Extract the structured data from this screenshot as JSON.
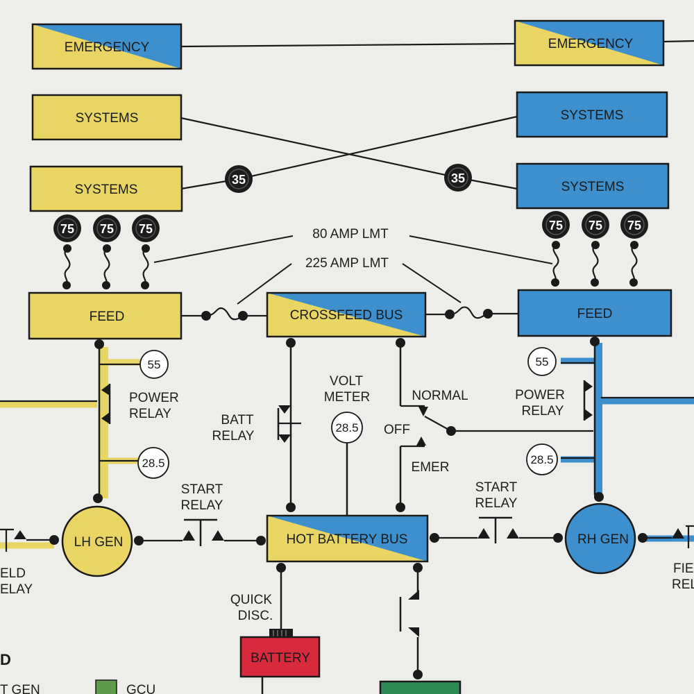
{
  "colors": {
    "left_bus": "#e8d563",
    "right_bus": "#3d8fcd",
    "battery": "#d72b3d",
    "gcu": "#5f9a4a",
    "ground": "#2e8a55",
    "wire": "#1a1a1a",
    "background": "#ededea"
  },
  "boxes": {
    "emergency_left": "EMERGENCY",
    "emergency_right": "EMERGENCY",
    "systems_left_1": "SYSTEMS",
    "systems_left_2": "SYSTEMS",
    "systems_right_1": "SYSTEMS",
    "systems_right_2": "SYSTEMS",
    "feed_left": "FEED",
    "feed_right": "FEED",
    "crossfeed_bus": "CROSSFEED BUS",
    "hot_battery_bus": "HOT BATTERY BUS",
    "battery": "BATTERY"
  },
  "breakers": {
    "cross_left": "35",
    "cross_right": "35",
    "left": [
      "75",
      "75",
      "75"
    ],
    "right": [
      "75",
      "75",
      "75"
    ]
  },
  "limiters": {
    "amp80": "80 AMP LMT",
    "amp225": "225 AMP LMT"
  },
  "labels": {
    "power_relay_left": [
      "POWER",
      "RELAY"
    ],
    "power_relay_right": [
      "POWER",
      "RELAY"
    ],
    "batt_relay": [
      "BATT",
      "RELAY"
    ],
    "volt_meter": [
      "VOLT",
      "METER"
    ],
    "start_relay_left": [
      "START",
      "RELAY"
    ],
    "start_relay_right": [
      "START",
      "RELAY"
    ],
    "switch_normal": "NORMAL",
    "switch_off": "OFF",
    "switch_emer": "EMER",
    "quick_disc": [
      "QUICK",
      "DISC."
    ],
    "field_relay_left": [
      "ELD",
      "ELAY"
    ],
    "field_relay_right": [
      "FIE",
      "REL"
    ]
  },
  "gauges": {
    "left_55": "55",
    "left_28_5": "28.5",
    "right_55": "55",
    "right_28_5": "28.5",
    "volt_meter": "28.5"
  },
  "generators": {
    "left": "LH GEN",
    "right": "RH GEN"
  },
  "legend": {
    "title_fragment": "D",
    "item_gen": "T GEN",
    "item_gcu": "GCU"
  }
}
